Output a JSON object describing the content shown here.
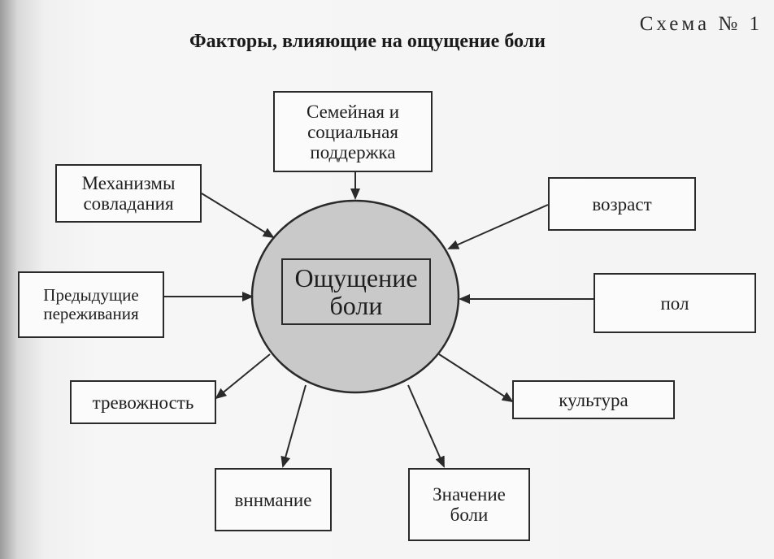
{
  "header": {
    "scheme_label": "Схема № 1",
    "title": "Факторы, влияющие на ощущение боли"
  },
  "center": {
    "label": "Ощущение\nболи"
  },
  "factors": [
    {
      "id": "family",
      "label": "Семейная и\nсоциальная\nподдержка"
    },
    {
      "id": "coping",
      "label": "Механизмы\nсовладания"
    },
    {
      "id": "age",
      "label": "возраст"
    },
    {
      "id": "previous",
      "label": "Предыдущие\nпереживания"
    },
    {
      "id": "gender",
      "label": "пол"
    },
    {
      "id": "anxiety",
      "label": "тревожность"
    },
    {
      "id": "culture",
      "label": "культура"
    },
    {
      "id": "attention",
      "label": "вннмание"
    },
    {
      "id": "meaning",
      "label": "Значение\nболи"
    }
  ],
  "colors": {
    "circle_fill": "#c9c9c9",
    "stroke": "#2a2a2a"
  }
}
